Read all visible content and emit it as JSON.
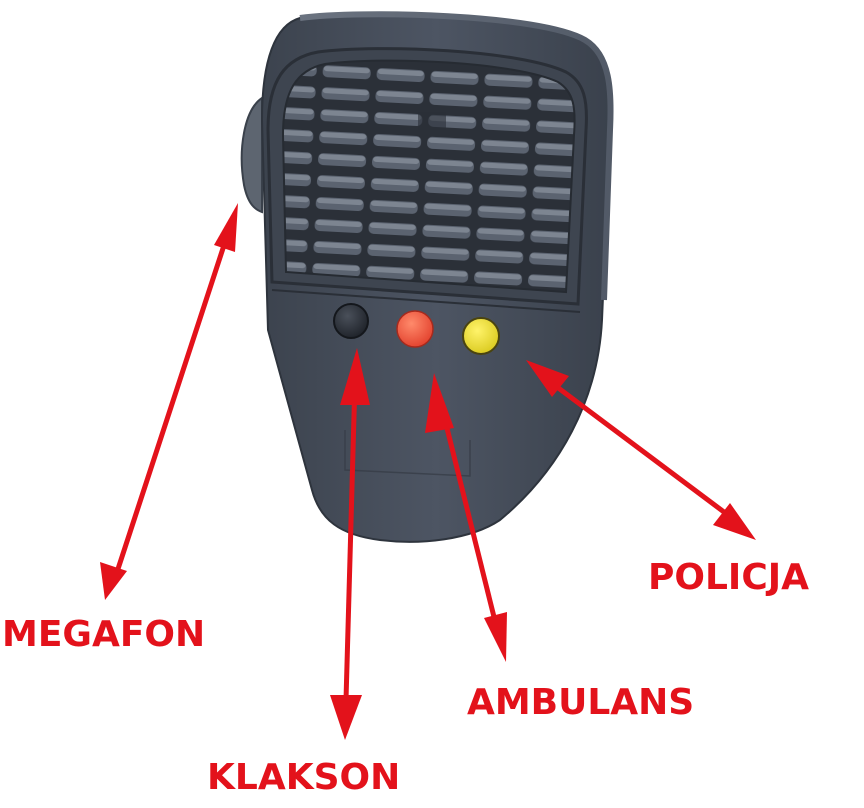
{
  "image": {
    "subject": "siren control microphone with speaker grille and three buttons",
    "background_color": "#ffffff",
    "device_color": "#4a5260",
    "annotation_color": "#e3121b"
  },
  "device": {
    "buttons": [
      {
        "name": "black-button",
        "color": "#2a2f37",
        "function": "KLAKSON"
      },
      {
        "name": "red-button",
        "color": "#f0553f",
        "function": "AMBULANS"
      },
      {
        "name": "yellow-button",
        "color": "#e9df2e",
        "function": "POLICJA"
      }
    ],
    "side_button": {
      "function": "MEGAFON"
    }
  },
  "labels": {
    "megafon": "MEGAFON",
    "klakson": "KLAKSON",
    "ambulans": "AMBULANS",
    "policja": "POLICJA"
  }
}
